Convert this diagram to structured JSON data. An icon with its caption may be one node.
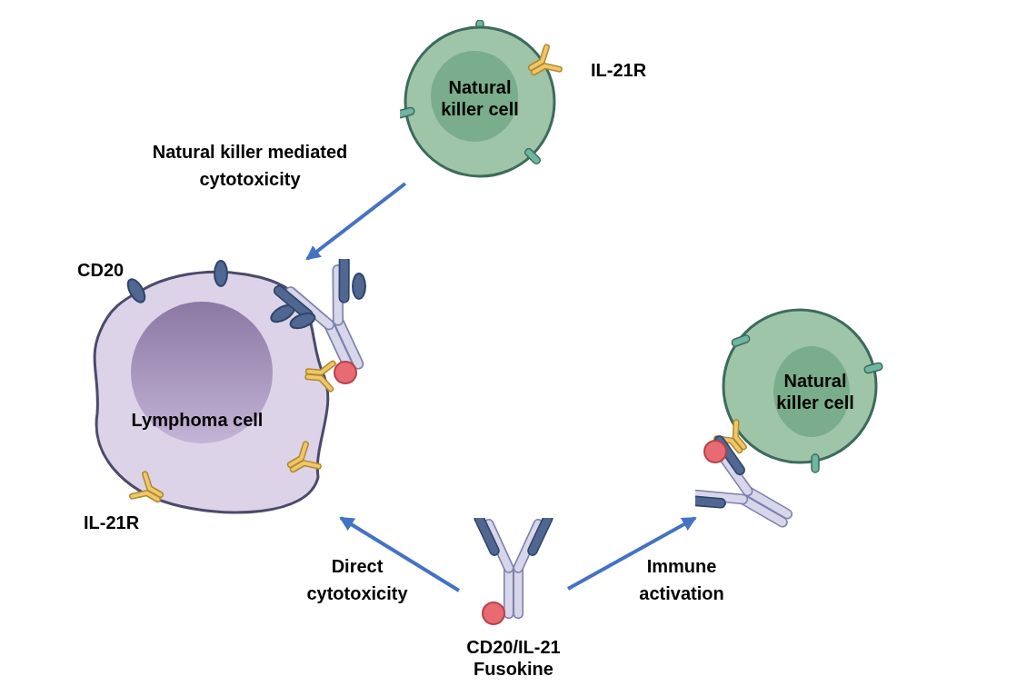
{
  "diagram": {
    "nodes": [
      {
        "text": [
          "Natural killer cell"
        ]
      },
      {
        "text": [
          "Lymphoma cell"
        ]
      },
      {
        "text": [
          "CD20/IL-21 Fusokine"
        ]
      },
      {
        "text": [
          "Natural killer cell"
        ]
      }
    ],
    "edges": [
      {
        "from": 0,
        "to": 1,
        "arrow": "to",
        "label": "Natural killer mediated cytotoxicity"
      },
      {
        "from": 2,
        "to": 1,
        "arrow": "to",
        "label": "Direct cytotoxicity"
      },
      {
        "from": 2,
        "to": 3,
        "arrow": "to",
        "label": "Immune activation"
      }
    ],
    "labels": [
      "IL-21R",
      "CD20",
      "IL-21R"
    ]
  }
}
